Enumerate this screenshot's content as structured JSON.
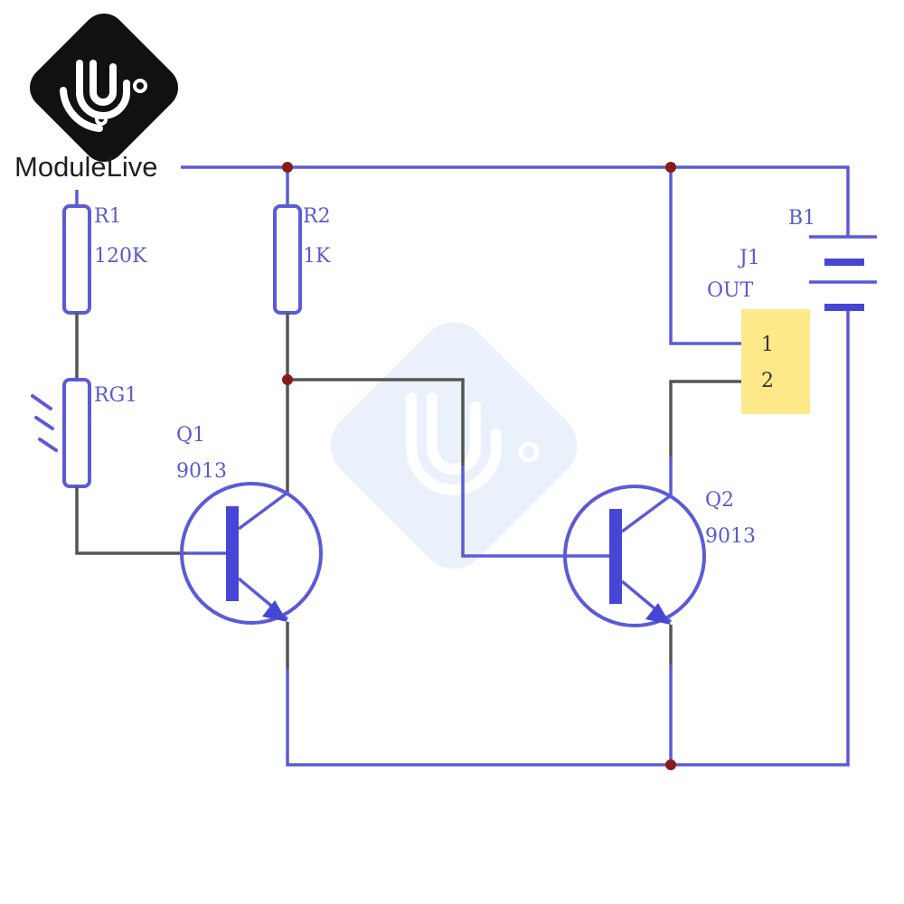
{
  "brand": {
    "name": "ModuleLive",
    "logo_icon": "modulelive-logo-icon",
    "watermark_icon": "modulelive-watermark-icon"
  },
  "components": {
    "r1": {
      "ref": "R1",
      "value": "120K"
    },
    "r2": {
      "ref": "R2",
      "value": "1K"
    },
    "rg1": {
      "ref": "RG1"
    },
    "q1": {
      "ref": "Q1",
      "value": "9013"
    },
    "q2": {
      "ref": "Q2",
      "value": "9013"
    },
    "b1": {
      "ref": "B1"
    },
    "j1": {
      "ref": "J1",
      "name": "OUT",
      "pins": [
        "1",
        "2"
      ]
    }
  },
  "colors": {
    "wire": "#5b5bd8",
    "wire_lead": "#555555",
    "junction": "#8a1a1a",
    "connector_fill": "#fde98a",
    "watermark": "#dbe6f7"
  }
}
